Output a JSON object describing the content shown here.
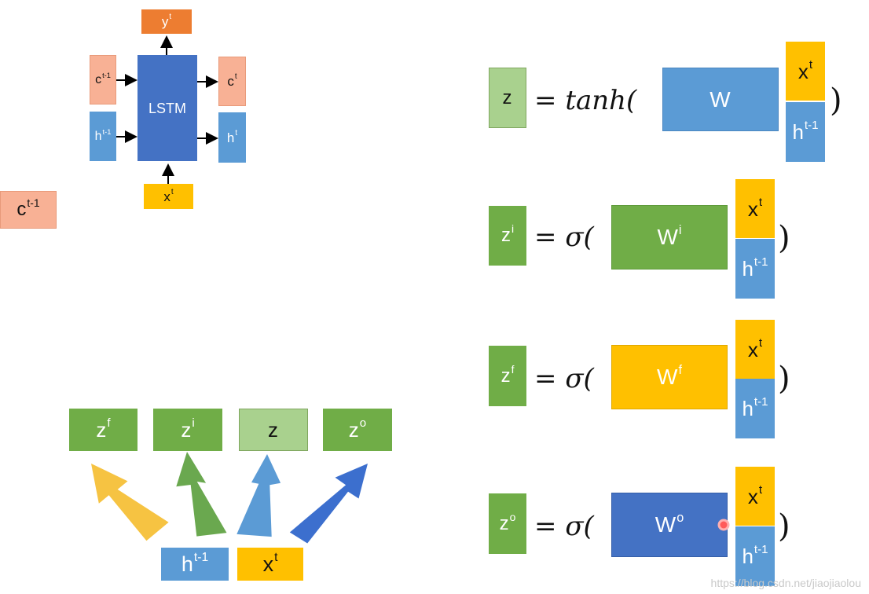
{
  "lstm_block": {
    "label": "LSTM",
    "c_in": {
      "base": "c",
      "sup": "t-1"
    },
    "h_in": {
      "base": "h",
      "sup": "t-1"
    },
    "c_out": {
      "base": "c",
      "sup": "t"
    },
    "h_out": {
      "base": "h",
      "sup": "t"
    },
    "x_in": {
      "base": "x",
      "sup": "t"
    },
    "y_out": {
      "base": "y",
      "sup": "t"
    }
  },
  "c_prev": {
    "base": "c",
    "sup": "t-1"
  },
  "gates": [
    {
      "base": "z",
      "sup": "f"
    },
    {
      "base": "z",
      "sup": "i"
    },
    {
      "base": "z",
      "sup": ""
    },
    {
      "base": "z",
      "sup": "o"
    }
  ],
  "bottom_inputs": {
    "h": {
      "base": "h",
      "sup": "t-1"
    },
    "x": {
      "base": "x",
      "sup": "t"
    }
  },
  "equations": [
    {
      "lhs": {
        "base": "z",
        "sup": ""
      },
      "op": "=",
      "fn": "tanh(",
      "w": {
        "base": "W",
        "sup": ""
      },
      "x": {
        "base": "x",
        "sup": "t"
      },
      "h": {
        "base": "h",
        "sup": "t-1"
      },
      "close": ")"
    },
    {
      "lhs": {
        "base": "z",
        "sup": "i"
      },
      "op": "=",
      "fn": "σ(",
      "w": {
        "base": "W",
        "sup": "i"
      },
      "x": {
        "base": "x",
        "sup": "t"
      },
      "h": {
        "base": "h",
        "sup": "t-1"
      },
      "close": ")"
    },
    {
      "lhs": {
        "base": "z",
        "sup": "f"
      },
      "op": "=",
      "fn": "σ(",
      "w": {
        "base": "W",
        "sup": "f"
      },
      "x": {
        "base": "x",
        "sup": "t"
      },
      "h": {
        "base": "h",
        "sup": "t-1"
      },
      "close": ")"
    },
    {
      "lhs": {
        "base": "z",
        "sup": "o"
      },
      "op": "=",
      "fn": "σ(",
      "w": {
        "base": "W",
        "sup": "o"
      },
      "x": {
        "base": "x",
        "sup": "t"
      },
      "h": {
        "base": "h",
        "sup": "t-1"
      },
      "close": ")"
    }
  ],
  "watermark": "https://blog.csdn.net/jiaojiaolou",
  "colors": {
    "lstm_blue": "#4472c4",
    "light_blue": "#5b9bd5",
    "salmon": "#f8b195",
    "orange_dark": "#ed7d31",
    "yellow": "#ffc000",
    "green": "#70ad47",
    "light_green": "#a9d18e"
  }
}
